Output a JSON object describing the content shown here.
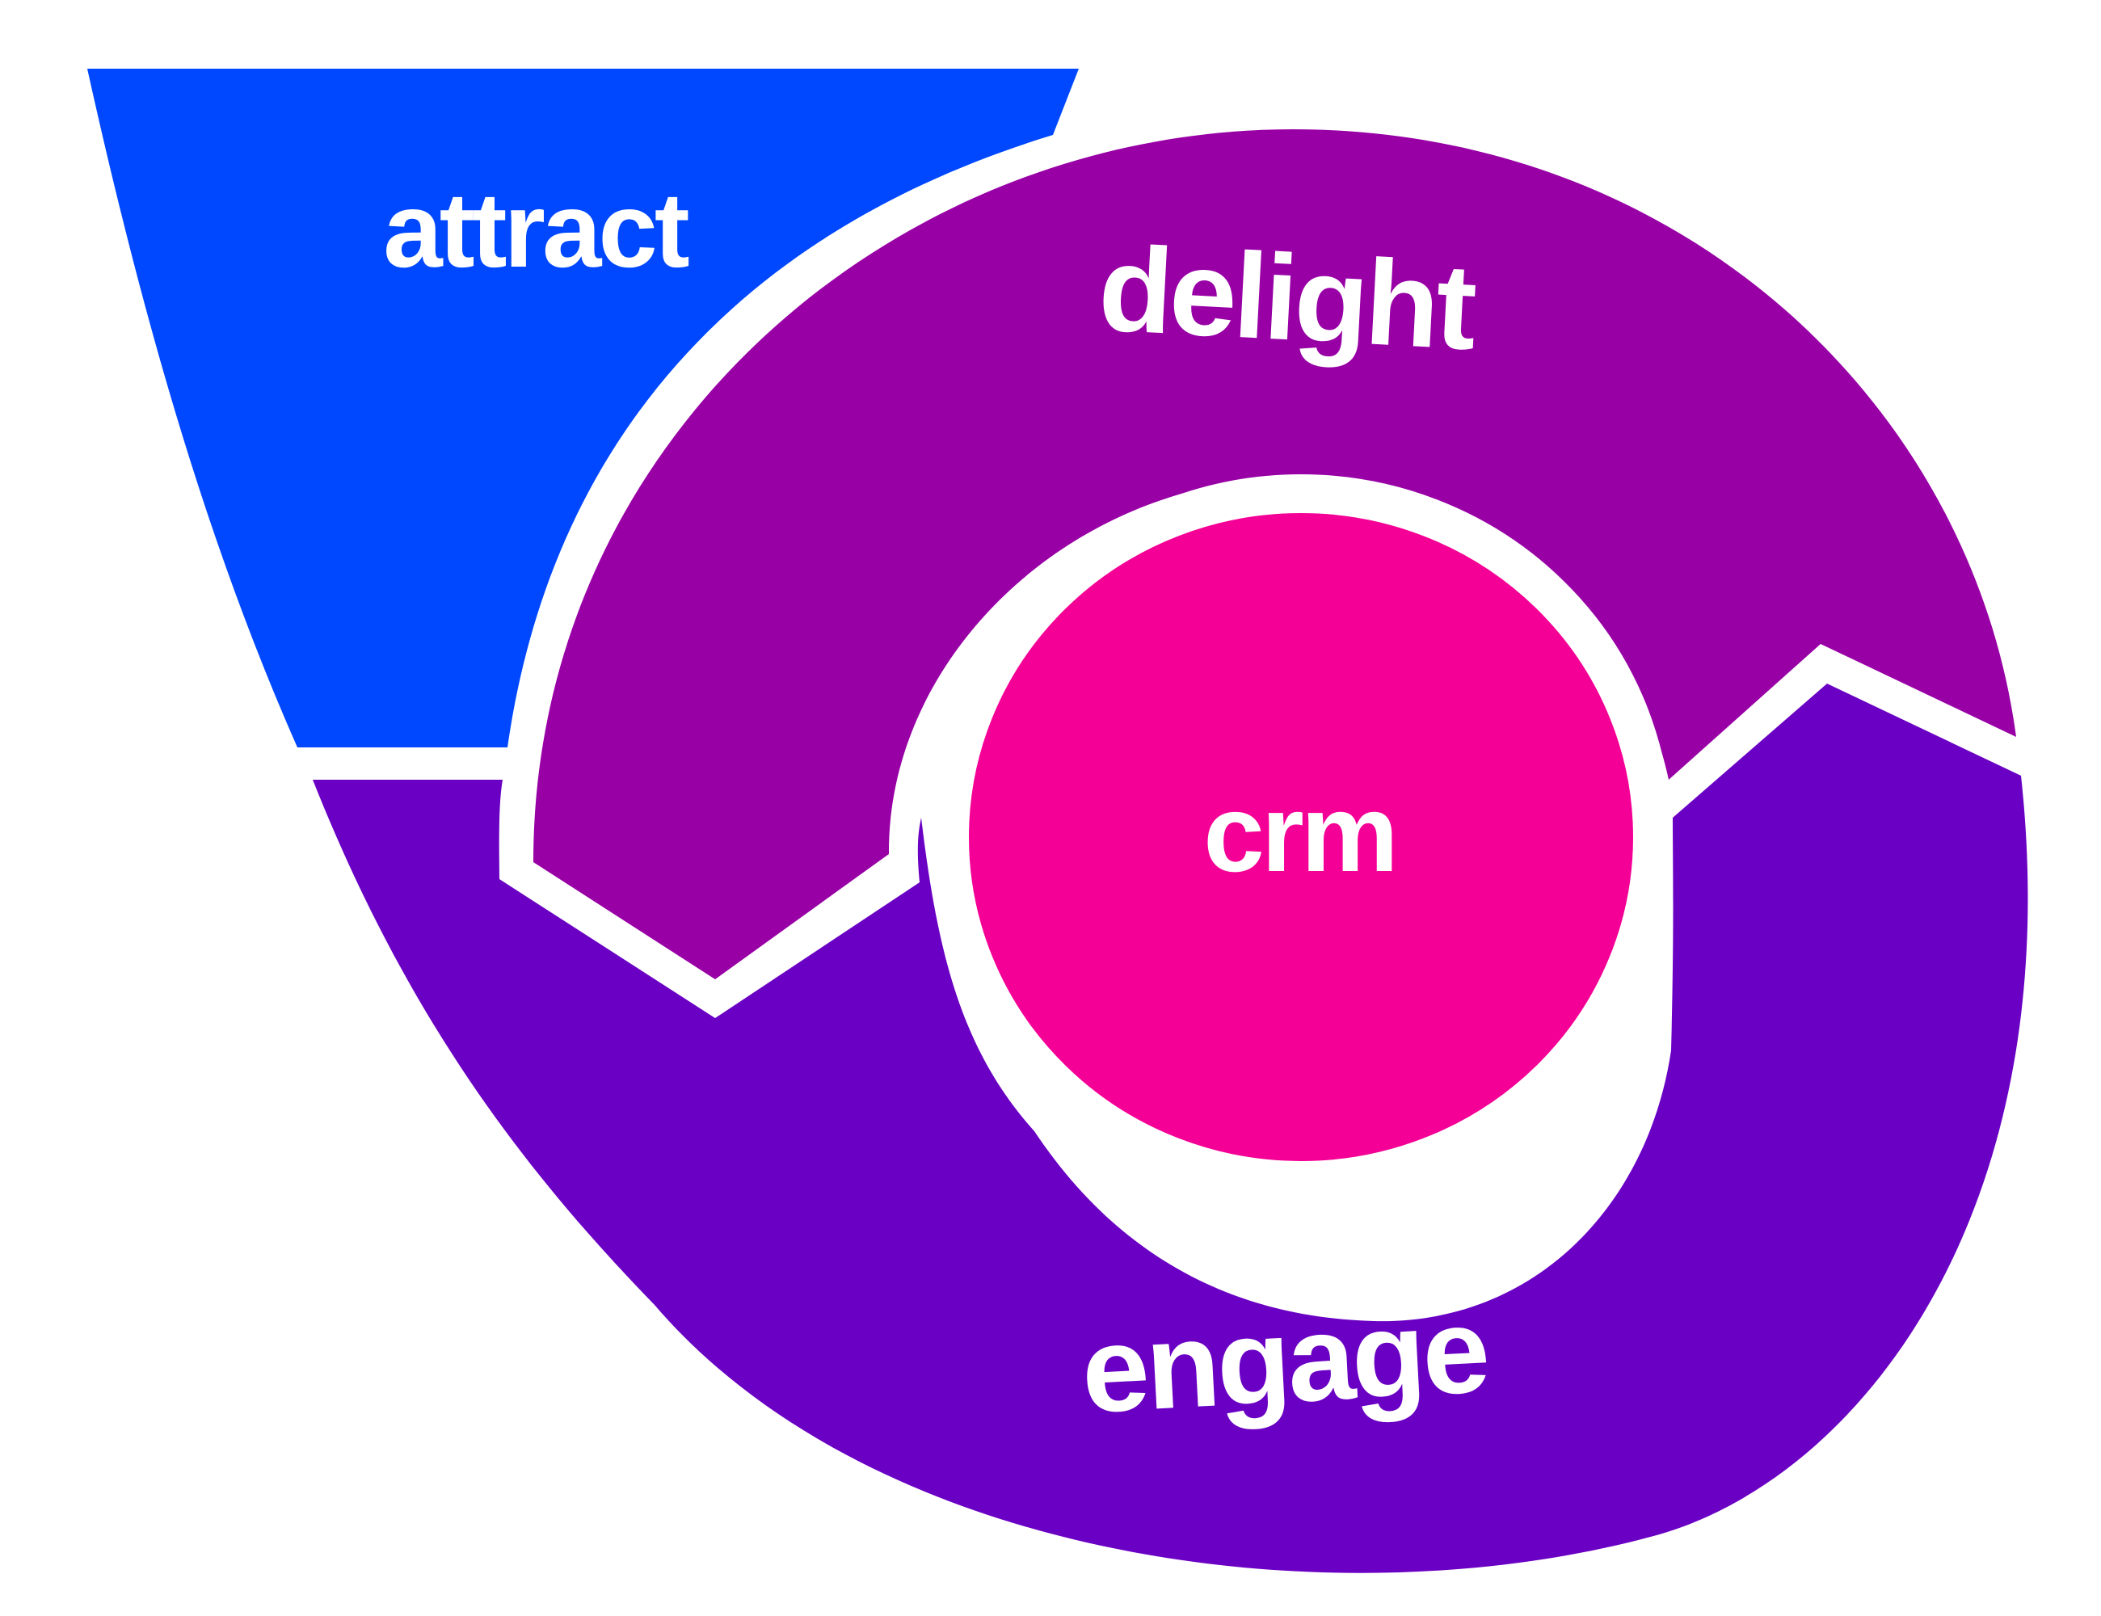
{
  "diagram": {
    "stages": [
      {
        "id": "attract",
        "label": "attract",
        "color": "#0048ff"
      },
      {
        "id": "delight",
        "label": "delight",
        "color": "#9800a6"
      },
      {
        "id": "engage",
        "label": "engage",
        "color": "#6a00c4"
      }
    ],
    "center": {
      "label": "crm",
      "color": "#f50096"
    },
    "separator_color": "#ffffff"
  }
}
